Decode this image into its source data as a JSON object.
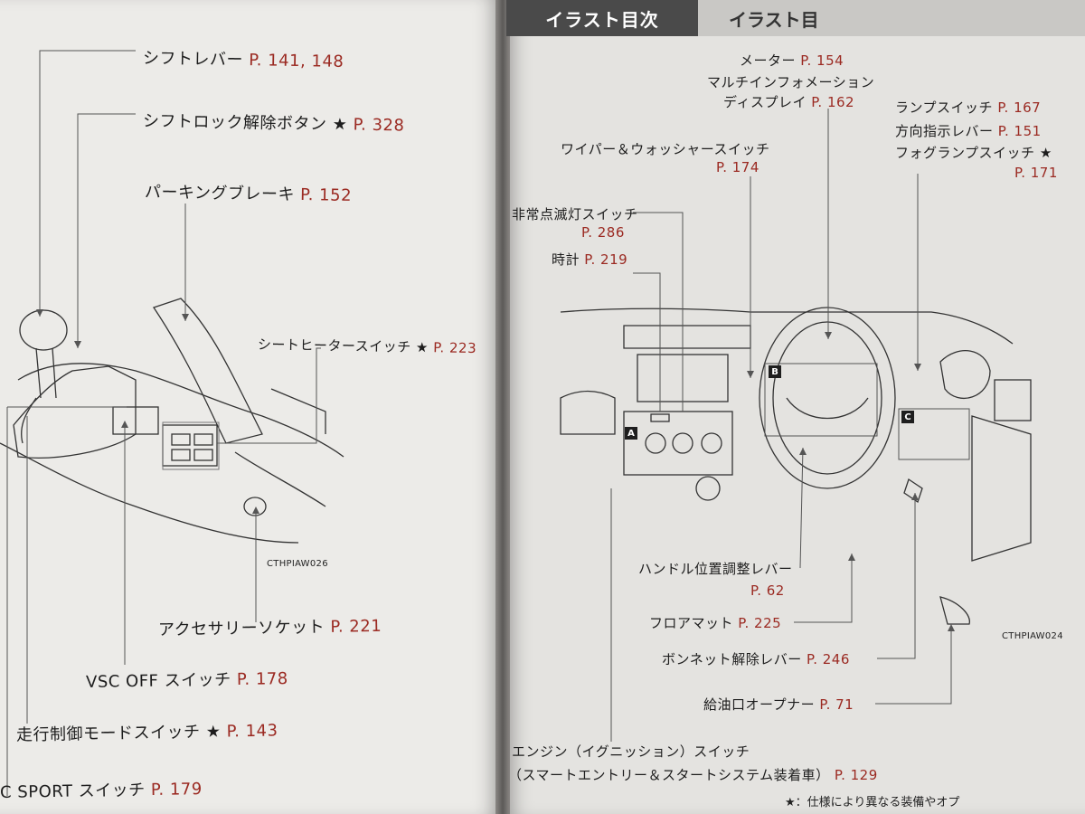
{
  "header": {
    "tab_active": "イラスト目次",
    "tab_next": "イラスト目"
  },
  "left": {
    "labels": [
      {
        "name": "shift-lever",
        "text": "シフトレバー ",
        "page": "P. 141, 148"
      },
      {
        "name": "shift-lock-release",
        "text": "シフトロック解除ボタン ★ ",
        "page": "P. 328"
      },
      {
        "name": "parking-brake",
        "text": "パーキングブレーキ ",
        "page": "P. 152"
      },
      {
        "name": "seat-heater",
        "text": "シートヒータースイッチ ★ ",
        "page": "P. 223"
      },
      {
        "name": "accessory-socket",
        "text": "アクセサリーソケット ",
        "page": "P. 221"
      },
      {
        "name": "vsc-off",
        "text": "VSC OFF スイッチ ",
        "page": "P. 178"
      },
      {
        "name": "drive-mode",
        "text": "走行制御モードスイッチ ★ ",
        "page": "P. 143"
      },
      {
        "name": "vsc-sport",
        "text": "C SPORT スイッチ ",
        "page": "P. 179"
      }
    ],
    "figure_code": "CTHPIAW026"
  },
  "right": {
    "labels": [
      {
        "name": "meter",
        "text": "メーター ",
        "page": "P. 154"
      },
      {
        "name": "multi-info-1",
        "text": "マルチインフォメーション",
        "page": ""
      },
      {
        "name": "multi-info-2",
        "text": "ディスプレイ ",
        "page": "P. 162"
      },
      {
        "name": "lamp-switch",
        "text": "ランプスイッチ ",
        "page": "P. 167"
      },
      {
        "name": "turn-signal",
        "text": "方向指示レバー ",
        "page": "P. 151"
      },
      {
        "name": "fog-lamp",
        "text": "フォグランプスイッチ ★",
        "page": ""
      },
      {
        "name": "fog-lamp-page",
        "text": "",
        "page": "P. 171"
      },
      {
        "name": "wiper",
        "text": "ワイパー＆ウォッシャースイッチ",
        "page": ""
      },
      {
        "name": "wiper-page",
        "text": "",
        "page": "P. 174"
      },
      {
        "name": "hazard",
        "text": "非常点滅灯スイッチ",
        "page": ""
      },
      {
        "name": "hazard-page",
        "text": "",
        "page": "P. 286"
      },
      {
        "name": "clock",
        "text": "時計 ",
        "page": "P. 219"
      },
      {
        "name": "tilt-lever",
        "text": "ハンドル位置調整レバー",
        "page": ""
      },
      {
        "name": "tilt-lever-page",
        "text": "",
        "page": "P. 62"
      },
      {
        "name": "floor-mat",
        "text": "フロアマット ",
        "page": "P. 225"
      },
      {
        "name": "hood-release",
        "text": "ボンネット解除レバー ",
        "page": "P. 246"
      },
      {
        "name": "fuel-opener",
        "text": "給油口オープナー ",
        "page": "P. 71"
      },
      {
        "name": "engine-switch-1",
        "text": "エンジン（イグニッション）スイッチ",
        "page": ""
      },
      {
        "name": "engine-switch-2",
        "text": "（スマートエントリー＆スタートシステム装着車） ",
        "page": "P. 129"
      }
    ],
    "figure_code": "CTHPIAW024",
    "markers": [
      "A",
      "B",
      "C"
    ],
    "footnote": "★：仕様により異なる装備やオプ"
  }
}
